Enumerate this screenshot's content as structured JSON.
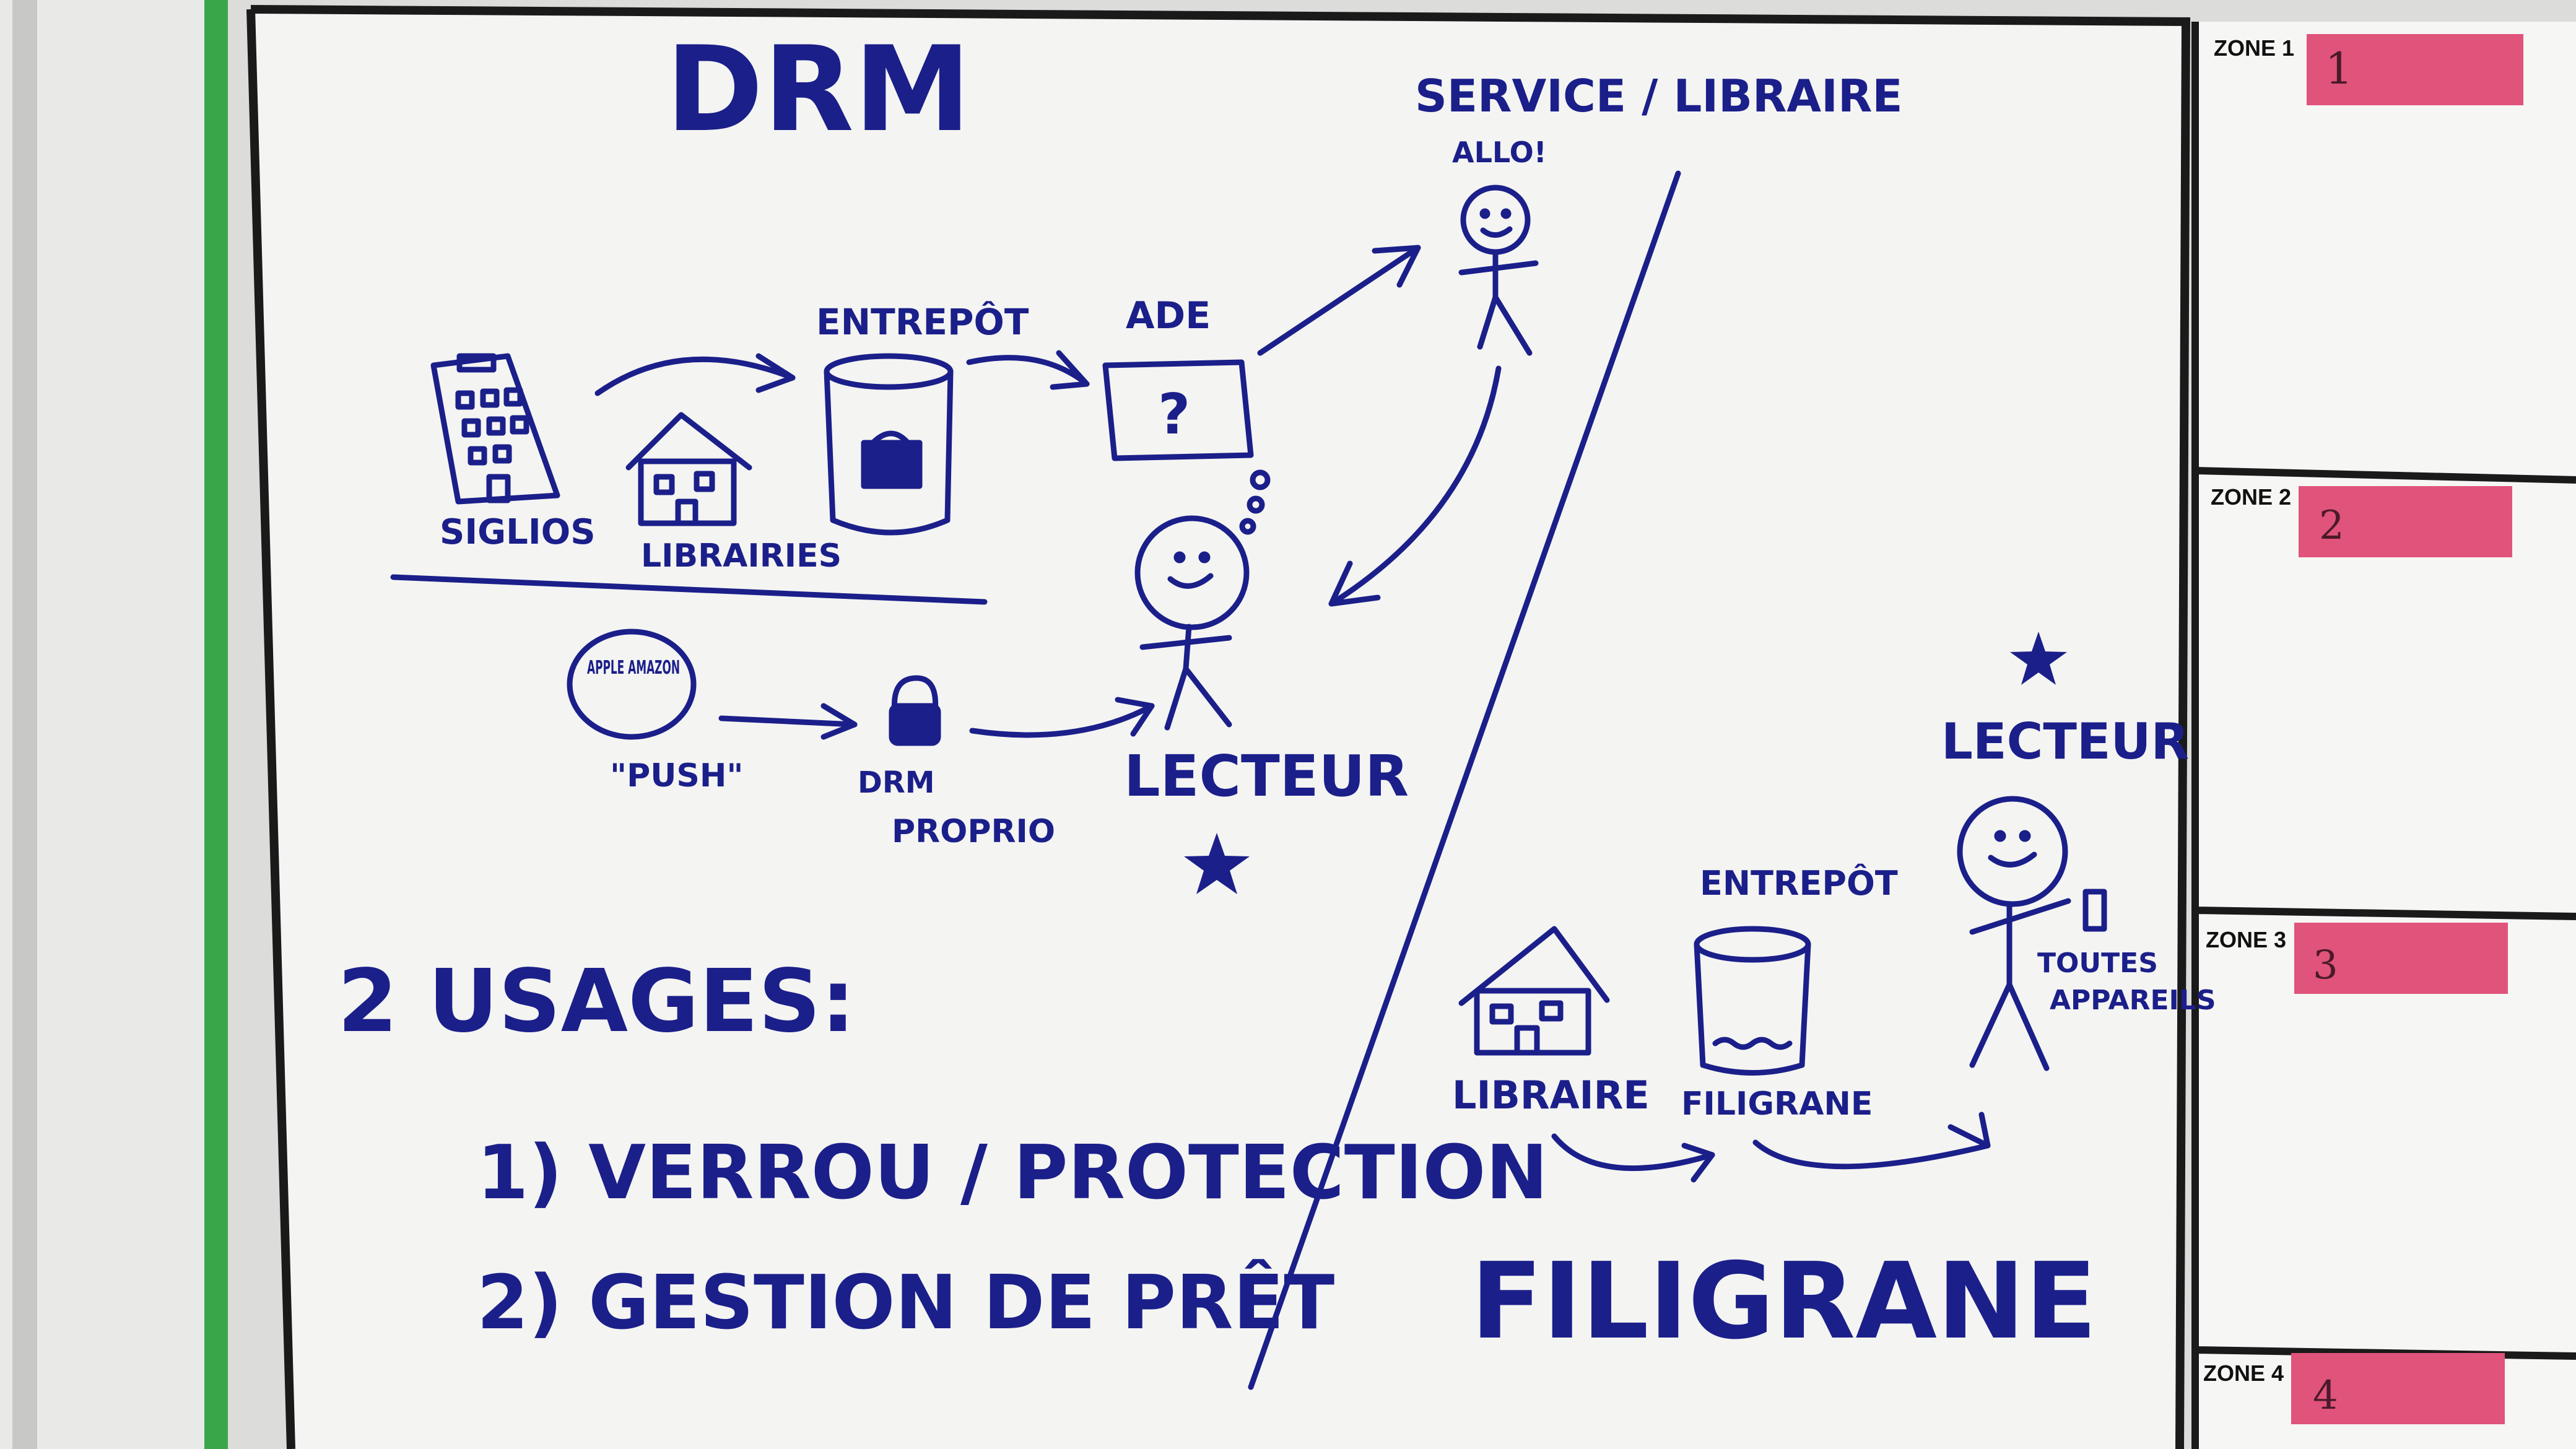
{
  "board": {
    "title": "DRM",
    "service_label": "SERVICE / LIBRAIRE",
    "allo": "ALLO!",
    "entrepot_top": "ENTREPÔT",
    "ade": "ADE",
    "question": "?",
    "siglios": "SIGLIOS",
    "librairies": "LIBRAIRIES",
    "apple_amazon": "APPLE AMAZON",
    "push": "\"PUSH\"",
    "drm_proprio_1": "DRM",
    "drm_proprio_2": "PROPRIO",
    "lecteur_left": "LECTEUR",
    "usages_title": "2 USAGES:",
    "usage_1": "1) VERROU / PROTECTION",
    "usage_2": "2) GESTION DE PRÊT",
    "lecteur_right": "LECTEUR",
    "entrepot_right": "ENTREPÔT",
    "libraire": "LIBRAIRE",
    "filigrane_small": "FILIGRANE",
    "toutes_appareils_1": "TOUTES",
    "toutes_appareils_2": "APPAREILS",
    "filigrane_title": "FILIGRANE"
  },
  "zones": [
    {
      "label": "ZONE 1",
      "note": "1"
    },
    {
      "label": "ZONE 2",
      "note": "2"
    },
    {
      "label": "ZONE 3",
      "note": "3"
    },
    {
      "label": "ZONE 4",
      "note": "4"
    }
  ],
  "colors": {
    "ink": "#1b1f8a",
    "sticky": "#e0537a",
    "frame": "#1a1a1a",
    "tape": "#3aa64a"
  }
}
